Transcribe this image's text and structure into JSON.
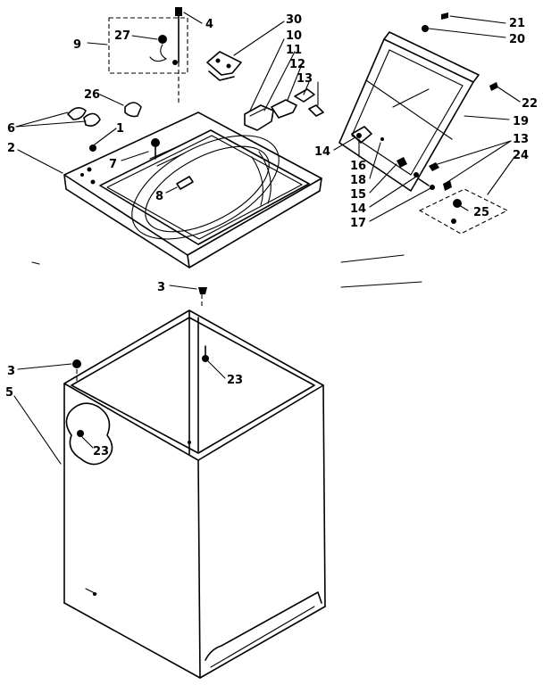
{
  "labels": {
    "l1": "1",
    "l2": "2",
    "l3a": "3",
    "l3b": "3",
    "l4": "4",
    "l5": "5",
    "l6": "6",
    "l7": "7",
    "l8": "8",
    "l9": "9",
    "l10": "10",
    "l11": "11",
    "l12": "12",
    "l13a": "13",
    "l13b": "13",
    "l14a": "14",
    "l14b": "14",
    "l15": "15",
    "l16": "16",
    "l17": "17",
    "l18": "18",
    "l19": "19",
    "l20": "20",
    "l21": "21",
    "l22": "22",
    "l23a": "23",
    "l23b": "23",
    "l24": "24",
    "l25": "25",
    "l26": "26",
    "l27": "27",
    "l30": "30"
  }
}
